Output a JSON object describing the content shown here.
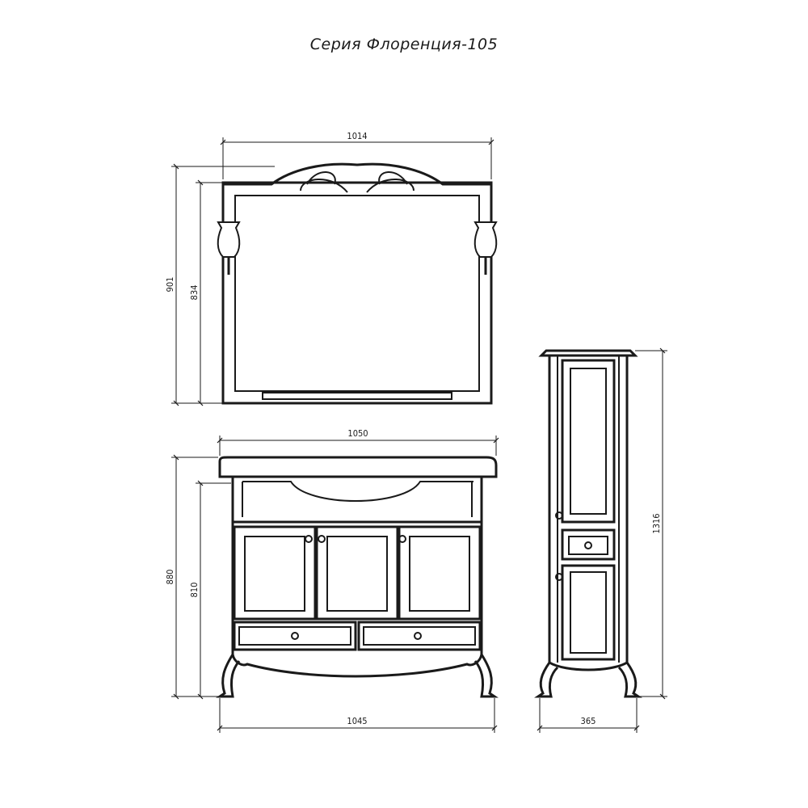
{
  "title": "Серия Флоренция-105",
  "dimensions": {
    "mirror_width": "1014",
    "mirror_height_total": "901",
    "mirror_height_frame": "834",
    "vanity_top_width": "1050",
    "vanity_height_total": "880",
    "vanity_height_body": "810",
    "vanity_base_width": "1045",
    "cabinet_height": "1316",
    "cabinet_width": "365"
  },
  "colors": {
    "ink": "#1a1a1a",
    "background": "#ffffff"
  }
}
